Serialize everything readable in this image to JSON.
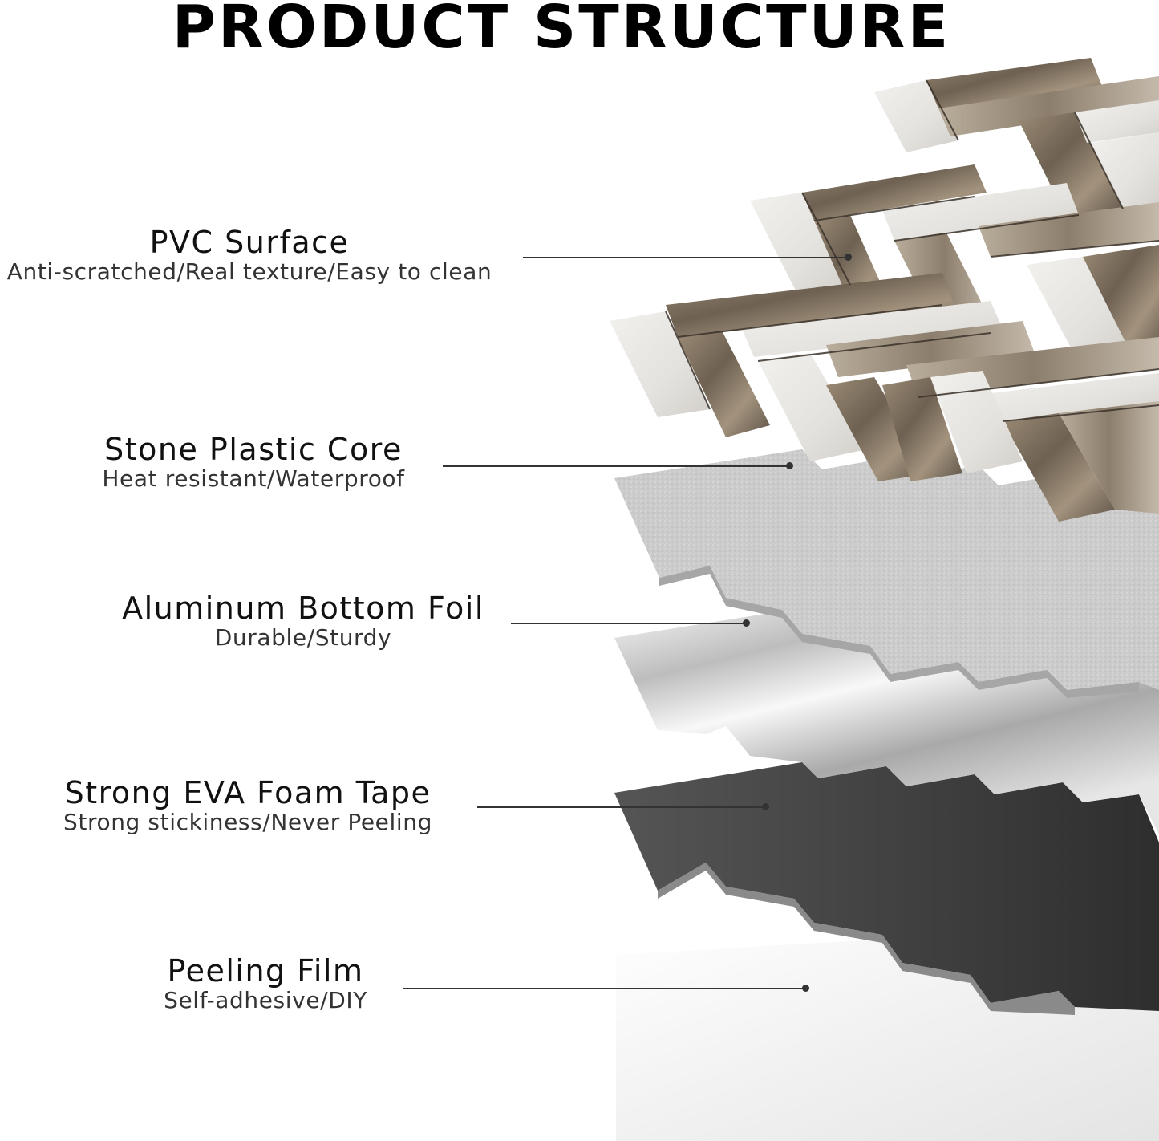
{
  "title": "PRODUCT STRUCTURE",
  "layers": [
    {
      "id": "pvc-surface",
      "name": "PVC Surface",
      "description": "Anti-scratched/Real texture/Easy to clean"
    },
    {
      "id": "stone-plastic-core",
      "name": "Stone Plastic Core",
      "description": "Heat resistant/Waterproof"
    },
    {
      "id": "aluminum-bottom-foil",
      "name": "Aluminum Bottom Foil",
      "description": "Durable/Sturdy"
    },
    {
      "id": "eva-foam-tape",
      "name": "Strong EVA Foam Tape",
      "description": "Strong stickiness/Never Peeling"
    },
    {
      "id": "peeling-film",
      "name": "Peeling Film",
      "description": "Self-adhesive/DIY"
    }
  ],
  "colors": {
    "marble_light": "#e9e7e3",
    "marble_dark": "#8b7b68",
    "stone_core": "#c9c9c9",
    "aluminum_foil": "#d8d8d8",
    "foam_tape": "#454545",
    "peeling_film": "#f3f3f3",
    "leader_line": "#333333"
  }
}
